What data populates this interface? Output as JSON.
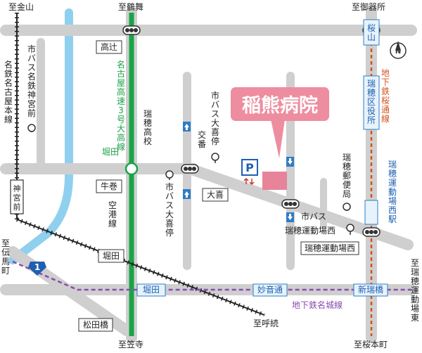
{
  "colors": {
    "road": "#cfcfcf",
    "water": "#8fd0ee",
    "expressway": "#1aa346",
    "subway_sakuradori": "#d4521f",
    "subway_meijo": "#8a4bb3",
    "hospital_fill": "#e7849a",
    "hospital_label_bg": "#ee8da0",
    "parking_blue": "#1f5fb0",
    "label_blue_bg": "#e7f3fb",
    "label_blue_border": "#2f7cc4",
    "route_badge": "#1f5fb0"
  },
  "hospital": {
    "name": "稲熊病院"
  },
  "edge_labels": {
    "kanayama": "至金山",
    "tsurumai": "至鶴舞",
    "gokisho": "至御器所",
    "denmacho": "至伝馬町",
    "kasadera": "至笠寺",
    "yobitsugi": "至呼続",
    "sakuramoto": "至桜本町",
    "mizuho_stadium": "至瑞穂運動場東"
  },
  "rail_labels": {
    "meitetsu": "名鉄名古屋本線",
    "expressway": "名古屋高速3号大高線",
    "airport_line": "空港線",
    "sakuradori": "地下鉄桜通線",
    "meijo": "地下鉄名城線"
  },
  "road_labels": {
    "kotsuji": "高辻",
    "gyuumaki": "牛巻",
    "hotta_lower": "堀田",
    "matsudabashi": "松田橋",
    "ookiku": "大喜",
    "mizuho_stadium_west": "瑞穂運動場西",
    "sakurayama": "桜山",
    "mizuho_ward_office": "瑞穂区役所",
    "hotta_station": "堀田",
    "myoondori": "妙音通",
    "shinmizuhobashi": "新瑞橋",
    "mizuho_stadium_west_station": "瑞穂運動場西駅",
    "hotta_bridge": "堀田",
    "jingu_mae": "神宮前"
  },
  "poi_labels": {
    "bus_jingu": "市バス名鉄神宮前",
    "bus_ookiku_north": "市バス大喜停",
    "bus_ookiku_south": "市バス大喜停",
    "bus_stadium": "市バス瑞穂運動場西",
    "koban": "交番",
    "mizuho_high": "瑞穂高校",
    "post_office": "瑞穂郵便局"
  },
  "route_badge": "1",
  "parking": "P",
  "compass": "N"
}
